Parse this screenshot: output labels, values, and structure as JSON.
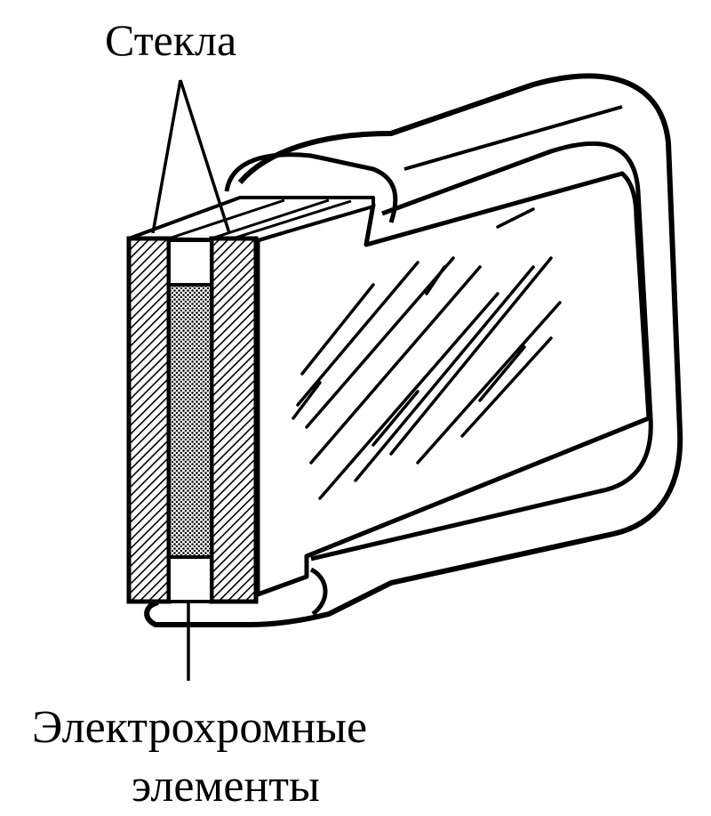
{
  "labels": {
    "glass": "Стекла",
    "electrochromic_line1": "Электрохромные",
    "electrochromic_line2": "элементы"
  },
  "colors": {
    "ink": "#000000",
    "paper": "#ffffff",
    "gel": "#9a9a9a"
  }
}
